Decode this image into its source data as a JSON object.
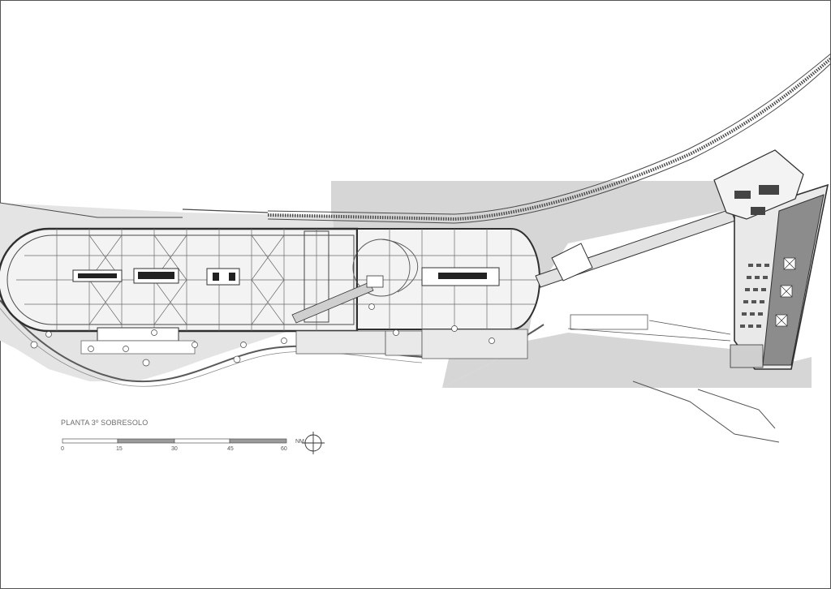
{
  "drawing": {
    "title": "PLANTA 3º SOBRESOLO",
    "scale_ticks": [
      "0",
      "15",
      "30",
      "45",
      "60"
    ],
    "north_label": "NM",
    "colors": {
      "paper": "#ffffff",
      "ink": "#3a3a3a",
      "shade_light": "#d9d9d9",
      "shade_mid": "#c4c4c4",
      "shade_dark": "#7a7a7a"
    }
  }
}
